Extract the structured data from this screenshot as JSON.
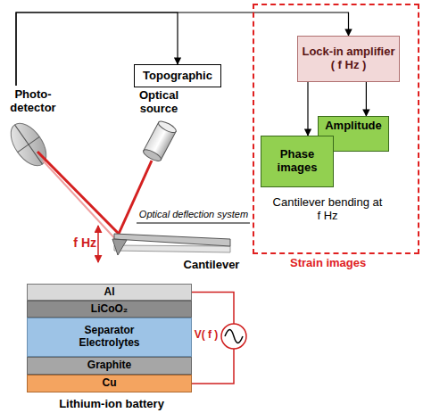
{
  "diagram": {
    "nodes": [
      {
        "text": [
          "Photo-detector"
        ]
      },
      {
        "text": [
          "Topographic"
        ]
      },
      {
        "text": [
          "Strain images"
        ]
      },
      {
        "text": [
          "Lock-in amplifier",
          "( f Hz )"
        ],
        "in": 2
      },
      {
        "text": [
          "Amplitude"
        ],
        "in": 2
      },
      {
        "text": [
          "Phase images"
        ],
        "in": 2
      },
      {
        "text": [
          "Al"
        ]
      },
      {
        "text": [
          "LiCoO₂"
        ]
      },
      {
        "text": [
          "Separator Electrolytes"
        ]
      },
      {
        "text": [
          "Graphite"
        ]
      },
      {
        "text": [
          "Cu"
        ]
      }
    ],
    "edges": [
      {
        "from": 0,
        "to": 1,
        "arrow": "to"
      },
      {
        "from": 0,
        "to": 3,
        "arrow": "to"
      },
      {
        "from": 3,
        "to": 4,
        "arrow": "to"
      },
      {
        "from": 3,
        "to": 5,
        "arrow": "to"
      },
      {
        "from": 6,
        "to": 10,
        "arrow": "none"
      }
    ],
    "labels": [
      "Optical source",
      "f Hz",
      "Optical deflection system",
      "Cantilever",
      "Cantilever bending at f Hz",
      "V( f )",
      "Lithium-ion battery"
    ]
  }
}
